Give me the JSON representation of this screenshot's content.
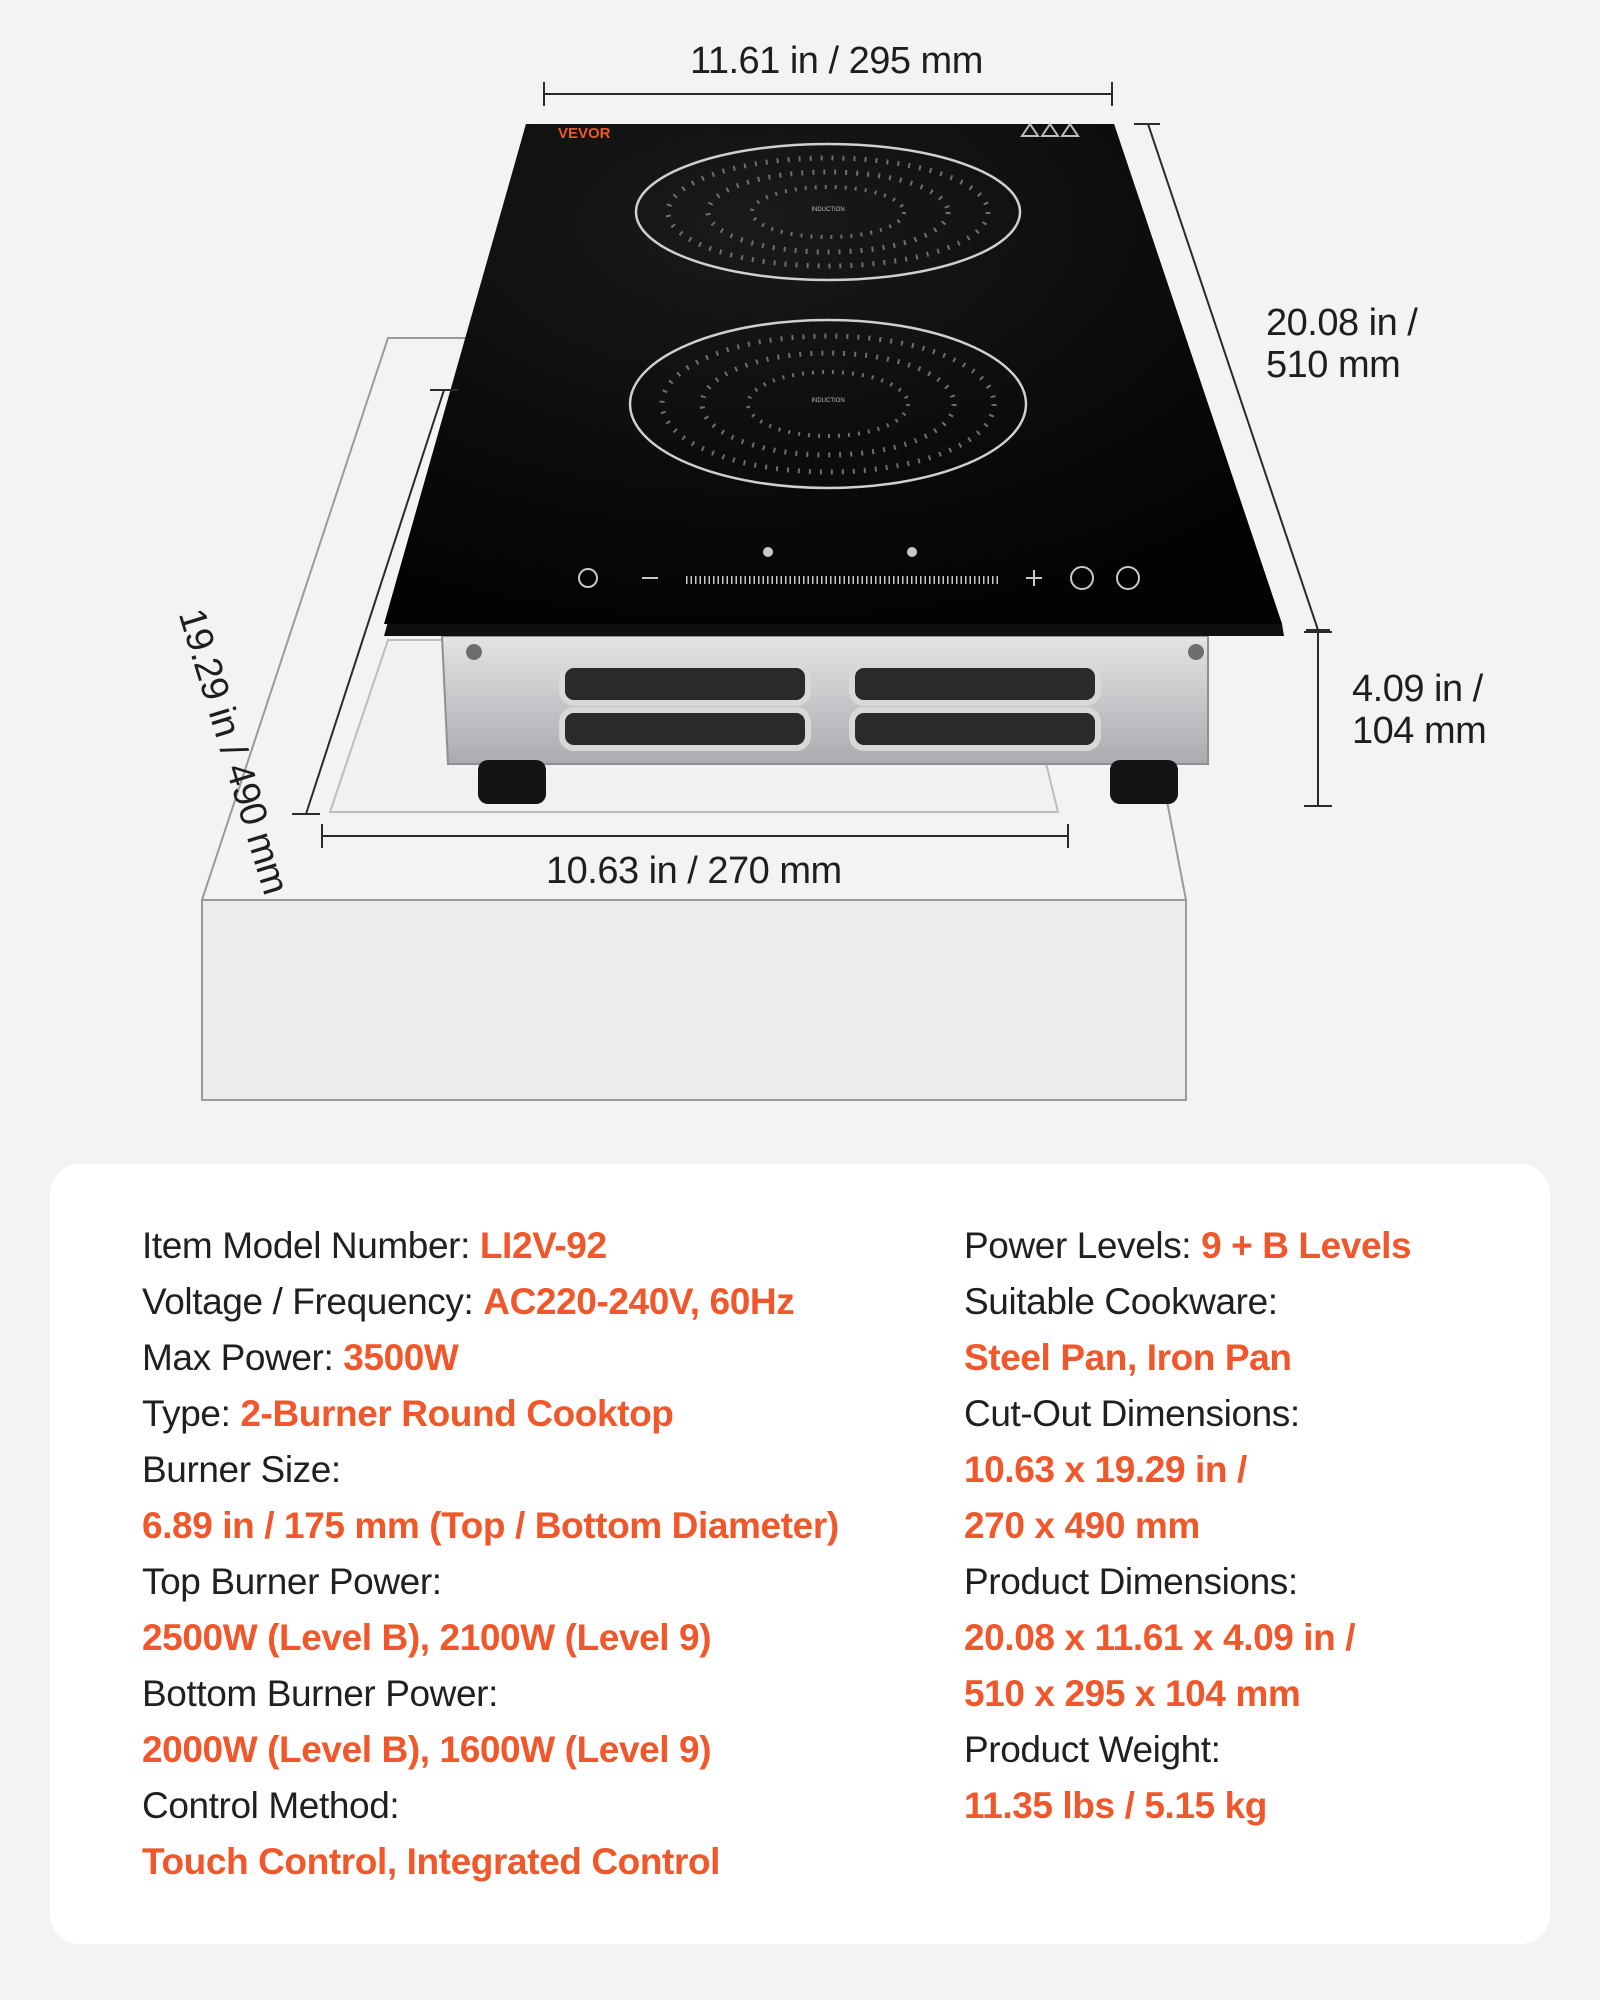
{
  "brand": "VEVOR",
  "colors": {
    "accent": "#f0572a",
    "text": "#202020",
    "glass": "#050505",
    "steel": "#c9cbcd",
    "background": "#f3f3f3"
  },
  "dimensions": {
    "top_width": "11.61 in / 295 mm",
    "depth_line1": "20.08 in /",
    "depth_line2": "510 mm",
    "height_line1": "4.09 in /",
    "height_line2": "104 mm",
    "cutout_depth": "19.29 in / 490 mm",
    "cutout_width": "10.63 in / 270 mm"
  },
  "burner_label": "INDUCTION",
  "control_icons": [
    "timer-icon",
    "minus-icon",
    "slider",
    "plus-icon",
    "lock-icon",
    "power-icon"
  ],
  "specs_left": [
    {
      "label": "Item Model Number: ",
      "value": "LI2V-92"
    },
    {
      "label": "Voltage / Frequency: ",
      "value": "AC220-240V, 60Hz"
    },
    {
      "label": "Max Power: ",
      "value": "3500W"
    },
    {
      "label": "Type: ",
      "value": "2-Burner Round Cooktop"
    },
    {
      "label": "Burner Size:",
      "value": ""
    },
    {
      "label": "",
      "value": "6.89 in / 175 mm (Top / Bottom Diameter)"
    },
    {
      "label": "Top Burner Power:",
      "value": ""
    },
    {
      "label": "",
      "value": "2500W (Level B), 2100W (Level 9)"
    },
    {
      "label": "Bottom Burner Power:",
      "value": ""
    },
    {
      "label": "",
      "value": "2000W (Level B), 1600W (Level 9)"
    },
    {
      "label": "Control Method:",
      "value": ""
    },
    {
      "label": "",
      "value": "Touch Control, Integrated Control"
    }
  ],
  "specs_right": [
    {
      "label": "Power Levels: ",
      "value": "9 + B Levels"
    },
    {
      "label": "Suitable Cookware:",
      "value": ""
    },
    {
      "label": "",
      "value": "Steel Pan, Iron Pan"
    },
    {
      "label": "Cut-Out Dimensions:",
      "value": ""
    },
    {
      "label": "",
      "value": "10.63 x 19.29 in /"
    },
    {
      "label": "",
      "value": "270 x 490 mm"
    },
    {
      "label": "Product Dimensions:",
      "value": ""
    },
    {
      "label": "",
      "value": "20.08 x 11.61 x 4.09 in /"
    },
    {
      "label": "",
      "value": "510 x 295 x 104 mm"
    },
    {
      "label": "Product Weight:",
      "value": ""
    },
    {
      "label": "",
      "value": "11.35 lbs / 5.15 kg"
    }
  ]
}
